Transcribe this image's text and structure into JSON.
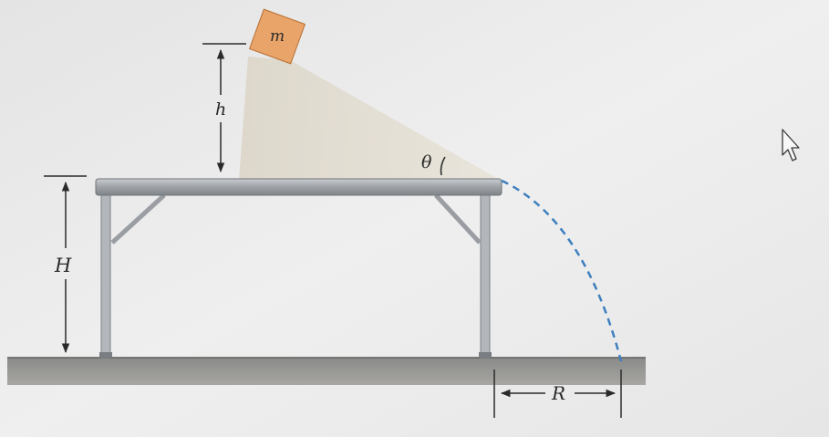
{
  "labels": {
    "mass": "m",
    "drop_height": "h",
    "table_height": "H",
    "angle": "θ",
    "range": "R"
  },
  "colors": {
    "background": "#ebebeb",
    "block": "#e9a46a",
    "block_edge": "#b86f33",
    "trajectory": "#3d7fbf",
    "table": "#a9adb1",
    "ground": "#8f8f8d",
    "ramp_shade": "#e2dccf",
    "ink": "#2a2a2a"
  },
  "icons": {
    "cursor": "mouse-pointer-icon"
  }
}
